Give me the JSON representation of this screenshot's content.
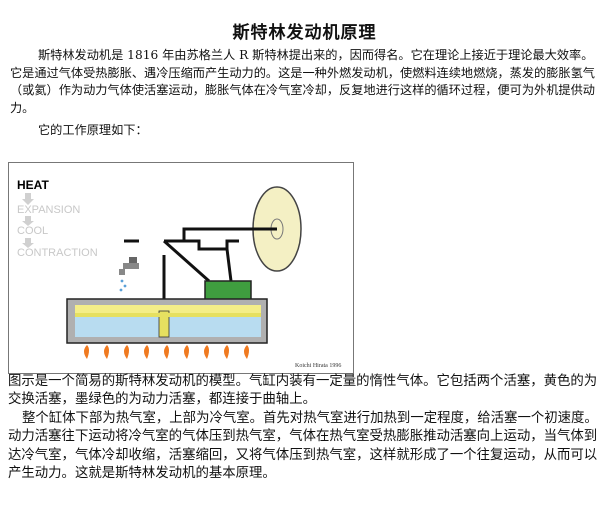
{
  "title": "斯特林发动机原理",
  "intro_paragraph": "斯特林发动机是 1816 年由苏格兰人 R 斯特林提出来的，因而得名。它在理论上接近于理论最大效率。它是通过气体受热膨胀、遇冷压缩而产生动力的。这是一种外燃发动机，使燃料连续地燃烧，蒸发的膨胀氢气（或氦）作为动力气体使活塞运动，膨胀气体在冷气室冷却，反复地进行这样的循环过程，便可为外机提供动力。",
  "working_principle_label": "它的工作原理如下：",
  "figure": {
    "stage_labels": [
      "HEAT",
      "EXPANSION",
      "COOL",
      "CONTRACTION"
    ],
    "credit": "Koichi Hirata 1996",
    "colors": {
      "hot_chamber": "#b8dcf0",
      "cold_chamber": "#f4ee88",
      "displacer_piston": "#e6e060",
      "power_piston": "#3f9e3f",
      "flame": "#f07a20",
      "flywheel": "#f4f0c4"
    }
  },
  "body_paragraphs": [
    "图示是一个简易的斯特林发动机的模型。气缸内装有一定量的惰性气体。它包括两个活塞，黄色的为交换活塞，墨绿色的为动力活塞，都连接于曲轴上。",
    "整个缸体下部为热气室，上部为冷气室。首先对热气室进行加热到一定程度，给活塞一个初速度。动力活塞往下运动将冷气室的气体压到热气室，气体在热气室受热膨胀推动活塞向上运动，当气体到达冷气室，气体冷却收缩，活塞缩回，又将气体压到热气室，这样就形成了一个往复运动，从而可以产生动力。这就是斯特林发动机的基本原理。"
  ]
}
